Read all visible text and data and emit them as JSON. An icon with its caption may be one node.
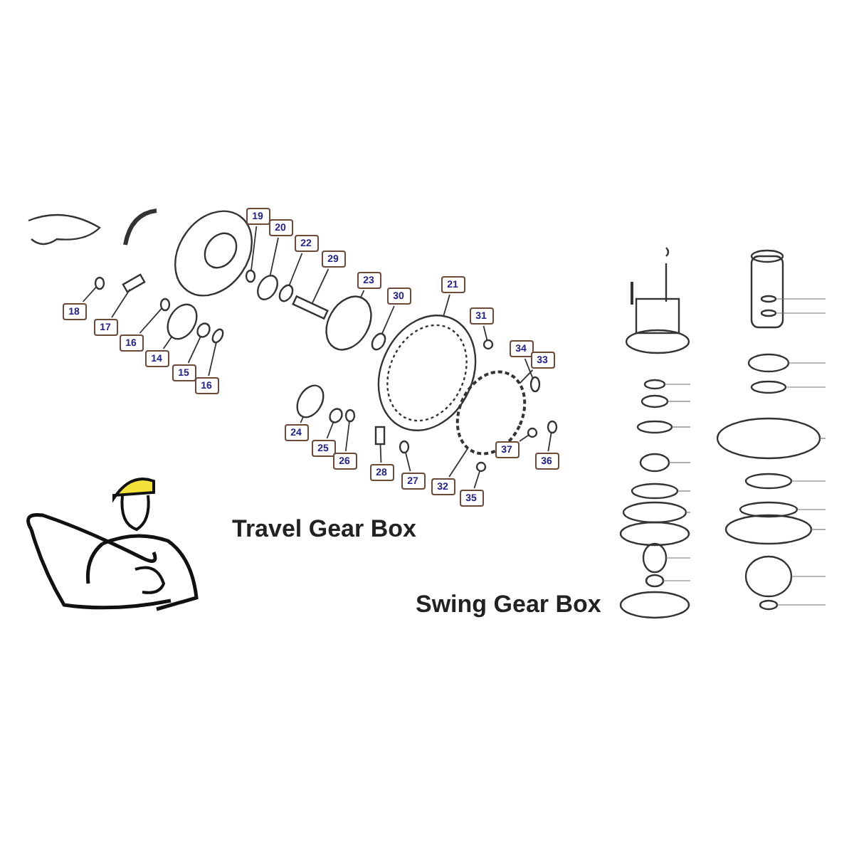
{
  "diagram": {
    "nodes": [
      {
        "text": [
          "19"
        ]
      },
      {
        "text": [
          "20"
        ]
      },
      {
        "text": [
          "22"
        ]
      },
      {
        "text": [
          "29"
        ]
      },
      {
        "text": [
          "23"
        ]
      },
      {
        "text": [
          "30"
        ]
      },
      {
        "text": [
          "21"
        ]
      },
      {
        "text": [
          "31"
        ]
      },
      {
        "text": [
          "34"
        ]
      },
      {
        "text": [
          "33"
        ]
      },
      {
        "text": [
          "18"
        ]
      },
      {
        "text": [
          "17"
        ]
      },
      {
        "text": [
          "16"
        ]
      },
      {
        "text": [
          "14"
        ]
      },
      {
        "text": [
          "15"
        ]
      },
      {
        "text": [
          "16"
        ]
      },
      {
        "text": [
          "24"
        ]
      },
      {
        "text": [
          "25"
        ]
      },
      {
        "text": [
          "26"
        ]
      },
      {
        "text": [
          "28"
        ]
      },
      {
        "text": [
          "27"
        ]
      },
      {
        "text": [
          "37"
        ]
      },
      {
        "text": [
          "36"
        ]
      },
      {
        "text": [
          "32"
        ]
      },
      {
        "text": [
          "35"
        ]
      },
      {
        "text": [],
        "shape": "circle"
      },
      {
        "text": [],
        "shape": "circle"
      },
      {
        "text": [],
        "shape": "circle"
      },
      {
        "text": [],
        "shape": "box"
      },
      {
        "text": [],
        "shape": "circle"
      },
      {
        "text": [],
        "shape": "circle"
      },
      {
        "text": [],
        "shape": "circle"
      },
      {
        "text": [],
        "shape": "circle"
      },
      {
        "text": [],
        "shape": "circle"
      },
      {
        "text": [],
        "shape": "circle"
      },
      {
        "text": [],
        "shape": "circle"
      },
      {
        "text": [],
        "shape": "box"
      },
      {
        "text": [],
        "shape": "circle"
      },
      {
        "text": [],
        "shape": "circle"
      },
      {
        "text": [],
        "shape": "circle"
      },
      {
        "text": [],
        "shape": "circle"
      },
      {
        "text": [],
        "shape": "circle"
      },
      {
        "text": [],
        "shape": "circle"
      },
      {
        "text": [],
        "shape": "circle"
      },
      {
        "text": [],
        "shape": "box"
      },
      {
        "text": [],
        "shape": "circle"
      },
      {
        "text": [],
        "shape": "circle"
      },
      {
        "text": [],
        "shape": "circle"
      },
      {
        "text": [],
        "shape": "circle"
      }
    ],
    "edges": [
      {
        "from": 0,
        "to": 25,
        "arrow": "none"
      },
      {
        "from": 1,
        "to": 26,
        "arrow": "none"
      },
      {
        "from": 2,
        "to": 27,
        "arrow": "none"
      },
      {
        "from": 3,
        "to": 28,
        "arrow": "none"
      },
      {
        "from": 4,
        "to": 29,
        "arrow": "none"
      },
      {
        "from": 5,
        "to": 30,
        "arrow": "none"
      },
      {
        "from": 6,
        "to": 31,
        "arrow": "none"
      },
      {
        "from": 7,
        "to": 32,
        "arrow": "none"
      },
      {
        "from": 8,
        "to": 33,
        "arrow": "none"
      },
      {
        "from": 9,
        "to": 34,
        "arrow": "none"
      },
      {
        "from": 10,
        "to": 35,
        "arrow": "none"
      },
      {
        "from": 11,
        "to": 36,
        "arrow": "none"
      },
      {
        "from": 12,
        "to": 37,
        "arrow": "none"
      },
      {
        "from": 13,
        "to": 38,
        "arrow": "none"
      },
      {
        "from": 14,
        "to": 39,
        "arrow": "none"
      },
      {
        "from": 15,
        "to": 40,
        "arrow": "none"
      },
      {
        "from": 16,
        "to": 41,
        "arrow": "none"
      },
      {
        "from": 17,
        "to": 42,
        "arrow": "none"
      },
      {
        "from": 18,
        "to": 43,
        "arrow": "none"
      },
      {
        "from": 19,
        "to": 44,
        "arrow": "none"
      },
      {
        "from": 20,
        "to": 45,
        "arrow": "none"
      },
      {
        "from": 21,
        "to": 46,
        "arrow": "none"
      },
      {
        "from": 22,
        "to": 47,
        "arrow": "none"
      },
      {
        "from": 23,
        "to": 34,
        "arrow": "none"
      },
      {
        "from": 24,
        "to": 48,
        "arrow": "none"
      }
    ],
    "labels": [
      "Travel Gear Box",
      "Swing Gear Box"
    ]
  }
}
